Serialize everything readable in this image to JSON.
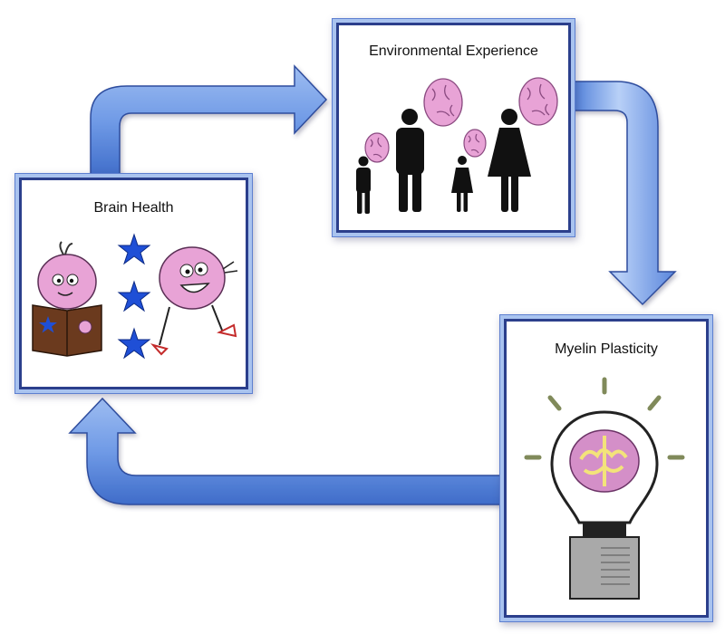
{
  "diagram": {
    "nodes": {
      "environmental_experience": {
        "label": "Environmental Experience"
      },
      "brain_health": {
        "label": "Brain Health"
      },
      "myelin_plasticity": {
        "label": "Myelin Plasticity"
      }
    },
    "edges": [
      {
        "from": "brain_health",
        "to": "environmental_experience"
      },
      {
        "from": "environmental_experience",
        "to": "myelin_plasticity"
      },
      {
        "from": "myelin_plasticity",
        "to": "brain_health"
      }
    ]
  },
  "colors": {
    "arrow_fill": "#6f9ae6",
    "arrow_stroke": "#2f4d9e",
    "panel_border": "#2b3f8c",
    "panel_glow": "#a9c3ef",
    "brain_pink": "#e8a3d6",
    "star_blue": "#1f4fd6"
  },
  "icons": {
    "environmental_experience": [
      "person-silhouette-icon",
      "brain-icon"
    ],
    "brain_health": [
      "brain-reading-book-icon",
      "star-icon",
      "brain-running-icon"
    ],
    "myelin_plasticity": [
      "lightbulb-brain-icon"
    ]
  }
}
